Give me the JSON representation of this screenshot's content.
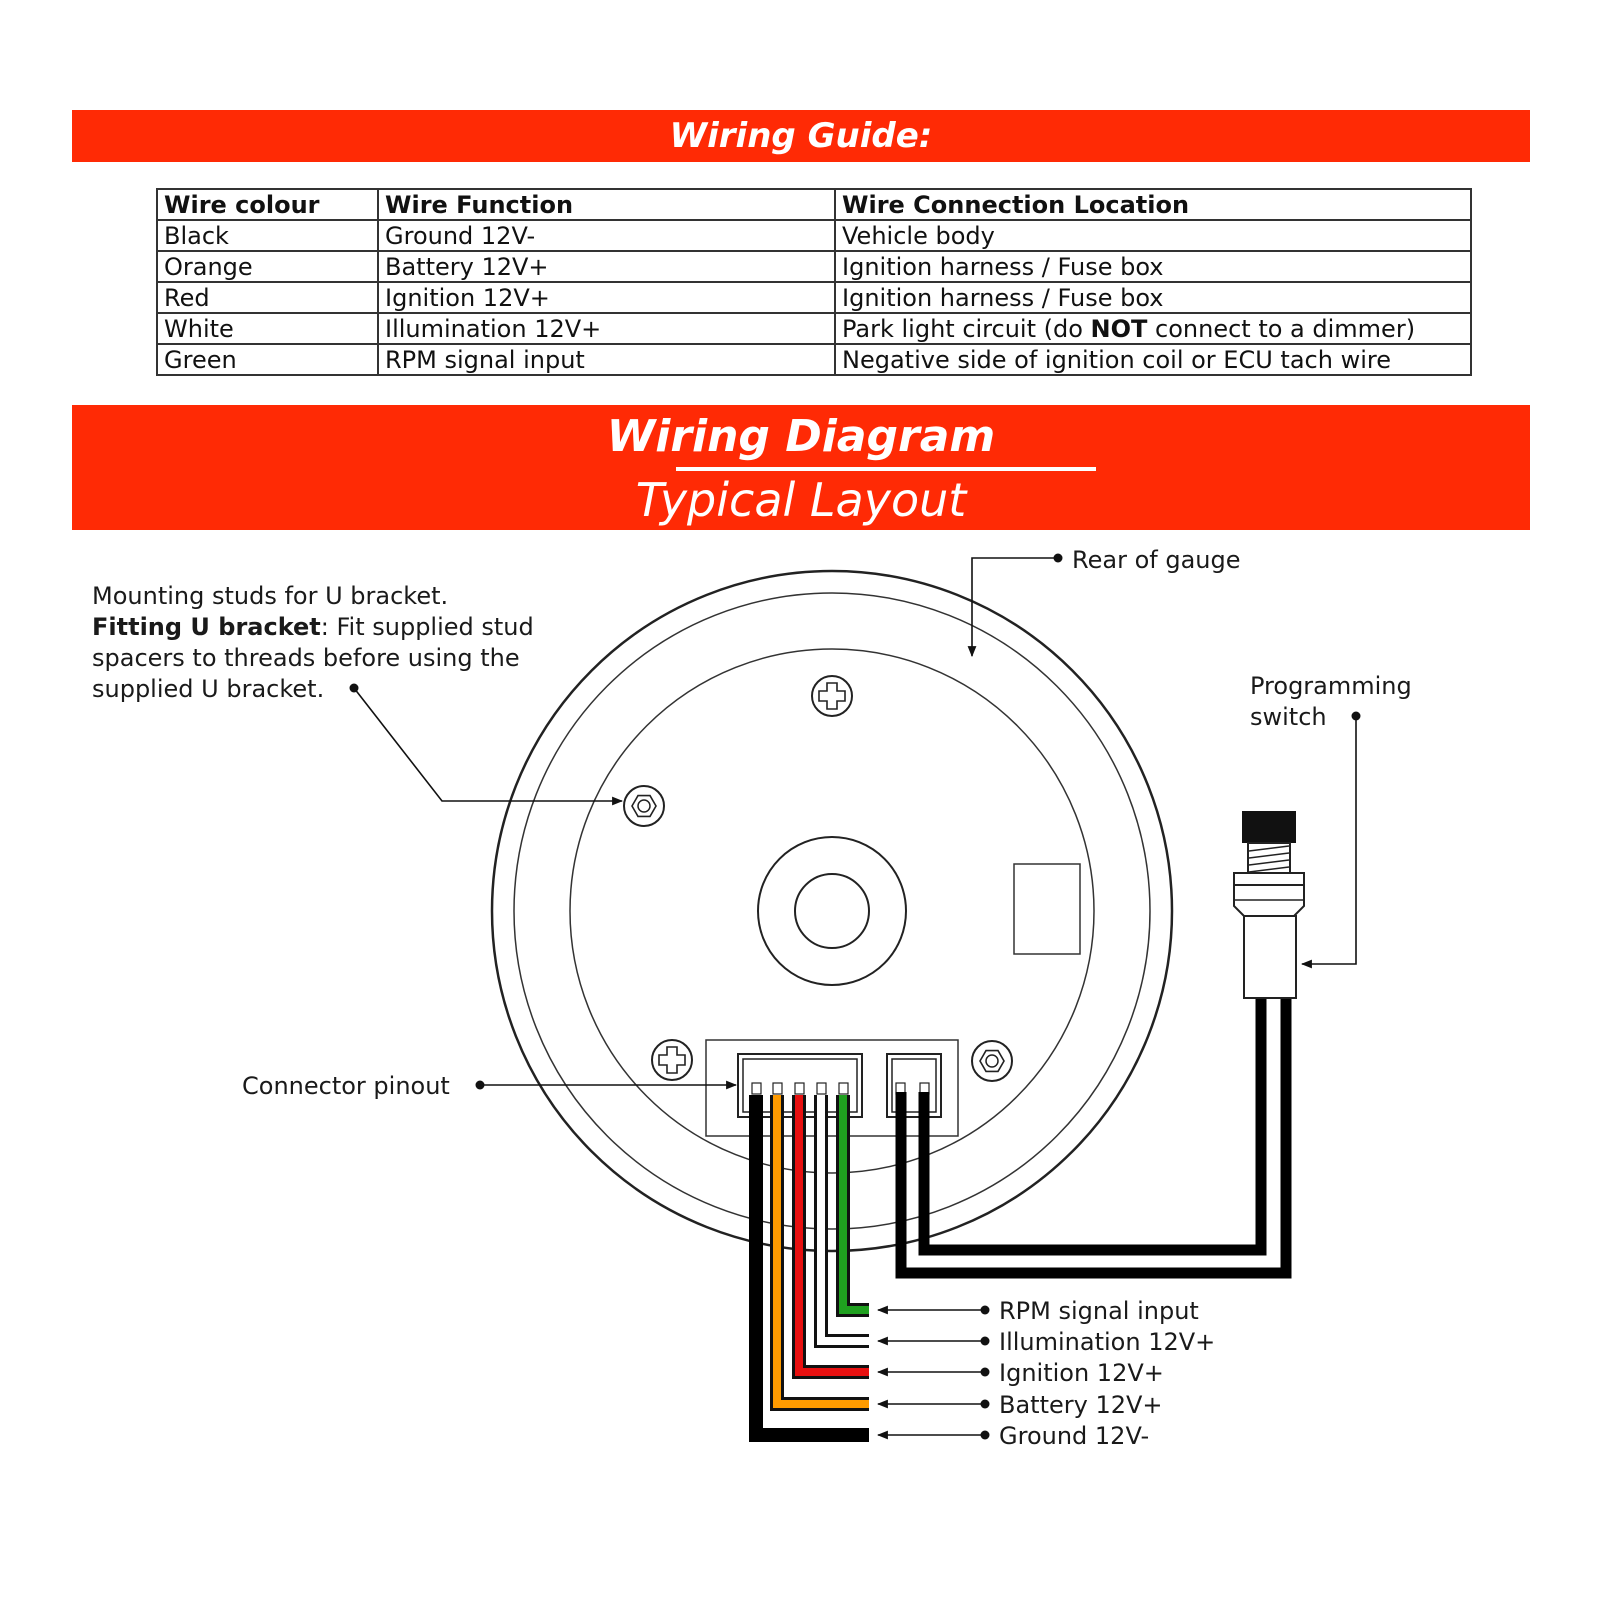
{
  "guide": {
    "title": "Wiring Guide:",
    "headers": [
      "Wire colour",
      "Wire Function",
      "Wire Connection Location"
    ],
    "rows": [
      {
        "colour": "Black",
        "function": "Ground 12V-",
        "location": [
          "Vehicle body"
        ]
      },
      {
        "colour": "Orange",
        "function": "Battery 12V+",
        "location": [
          "Ignition harness / Fuse box"
        ]
      },
      {
        "colour": "Red",
        "function": "Ignition 12V+",
        "location": [
          "Ignition harness / Fuse box"
        ]
      },
      {
        "colour": "White",
        "function": "Illumination 12V+",
        "location": [
          "Park light circuit (do ",
          "NOT",
          " connect to a dimmer)"
        ]
      },
      {
        "colour": "Green",
        "function": "RPM signal input",
        "location": [
          "Negative side of ignition coil or ECU tach wire"
        ]
      }
    ]
  },
  "diagram": {
    "title": "Wiring Diagram",
    "subtitle": "Typical Layout",
    "labels": {
      "rear_of_gauge": "Rear of gauge",
      "mounting_line1": "Mounting studs for U bracket.",
      "mounting_bold": "Fitting U bracket",
      "mounting_line2_rest": ": Fit supplied stud",
      "mounting_line3": "spacers to threads before using the",
      "mounting_line4": "supplied U bracket.",
      "programming_line1": "Programming",
      "programming_line2": "switch",
      "connector_pinout": "Connector pinout"
    },
    "wire_labels": [
      "RPM signal input",
      "Illumination 12V+",
      "Ignition 12V+",
      "Battery 12V+",
      "Ground 12V-"
    ],
    "wire_colors": {
      "black": "#000000",
      "orange": "#ff9b00",
      "red": "#e81010",
      "white": "#ffffff",
      "green": "#1fa01f"
    }
  },
  "colors": {
    "banner": "#ff2a05",
    "banner_text": "#ffffff"
  }
}
